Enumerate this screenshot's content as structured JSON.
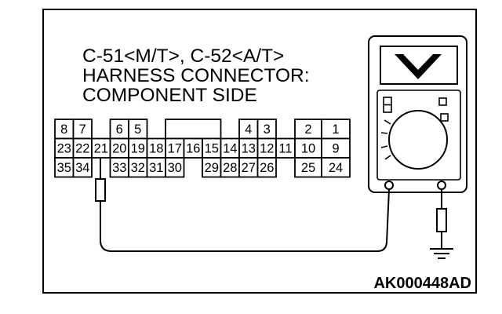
{
  "title": {
    "line1": "C-51<M/T>, C-52<A/T>",
    "line2": "HARNESS CONNECTOR:",
    "line3": "COMPONENT SIDE"
  },
  "connector": {
    "top_row": [
      "8",
      "7",
      "6",
      "5",
      "4",
      "3",
      "2",
      "1"
    ],
    "middle_row": [
      "23",
      "22",
      "21",
      "20",
      "19",
      "18",
      "17",
      "16",
      "15",
      "14",
      "13",
      "12",
      "11",
      "10",
      "9"
    ],
    "bottom_row": [
      "35",
      "34",
      "33",
      "32",
      "31",
      "30",
      "29",
      "28",
      "27",
      "26",
      "25",
      "24"
    ]
  },
  "figure_id": "AK000448AD",
  "icons": {
    "meter": "multimeter-icon",
    "display_symbol": "voltage-v-icon",
    "range_indicator": "segment-display-icon",
    "selector": "rotary-dial-icon",
    "probe": "test-probe-icon",
    "earth": "ground-icon"
  },
  "colors": {
    "stroke": "#000000",
    "background": "#ffffff"
  }
}
